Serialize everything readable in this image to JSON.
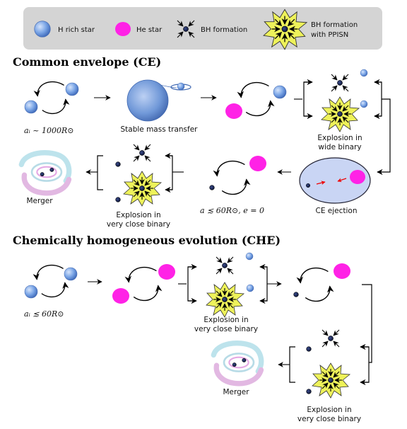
{
  "legend": {
    "h_rich_star": "H rich star",
    "he_star": "He star",
    "bh_formation": "BH formation",
    "bh_ppisn_line1": "BH formation",
    "bh_ppisn_line2": "with PPISN"
  },
  "ce": {
    "title": "Common envelope (CE)",
    "initial_sep": "aᵢ ~ 1000R⊙",
    "stable_mt": "Stable mass transfer",
    "wide_expl_1": "Explosion in",
    "wide_expl_2": "wide binary",
    "ce_ejection": "CE ejection",
    "post_ce": "a ≲ 60R⊙,  e = 0",
    "close_expl_1": "Explosion in",
    "close_expl_2": "very close binary",
    "merger": "Merger"
  },
  "che": {
    "title": "Chemically homogeneous evolution (CHE)",
    "initial_sep": "aᵢ ≲ 60R⊙",
    "close_expl_1": "Explosion in",
    "close_expl_2": "very close binary",
    "close_expl2_1": "Explosion in",
    "close_expl2_2": "very close binary",
    "merger": "Merger"
  },
  "colors": {
    "h_star": "#6f9ee0",
    "he_star": "#ff22e6",
    "bh": "#0b1540",
    "ppisn": "#eef25a",
    "legend_bg": "#d4d4d4",
    "ce_bubble": "#c9d5f4",
    "mt_arrow": "#ee0000"
  }
}
